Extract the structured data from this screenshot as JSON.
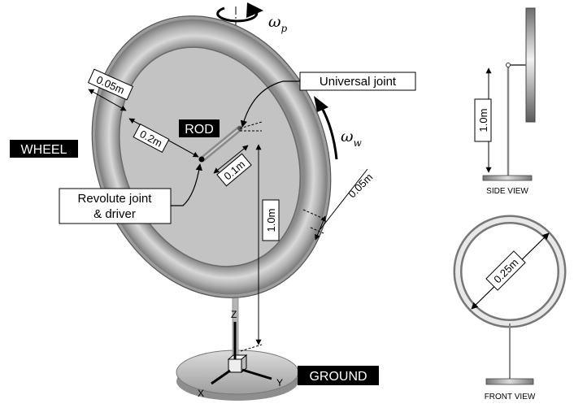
{
  "labels": {
    "wheel": "WHEEL",
    "rod": "ROD",
    "ground": "GROUND",
    "universal_joint": "Universal joint",
    "revolute_joint_line1": "Revolute joint",
    "revolute_joint_line2": "& driver"
  },
  "dimensions": {
    "tire_thickness_top": "0.05m",
    "wheel_radius": "0.2m",
    "hub_offset": "0.1m",
    "rod_height": "1.0m",
    "tire_thickness_right": "0.05m",
    "side_view_height": "1.0m",
    "front_view_diameter": "0.25m"
  },
  "rotation": {
    "precession_symbol": "ω",
    "precession_sub": "p",
    "wheel_symbol": "ω",
    "wheel_sub": "w"
  },
  "axes": {
    "x": "X",
    "y": "Y",
    "z": "Z"
  },
  "views": {
    "side": "SIDE VIEW",
    "front": "FRONT VIEW"
  },
  "colors": {
    "tire": "#a6a6a6",
    "disc": "#c4c4c4",
    "ground_disc": "#c8c8c8",
    "label_bg": "#000000"
  }
}
